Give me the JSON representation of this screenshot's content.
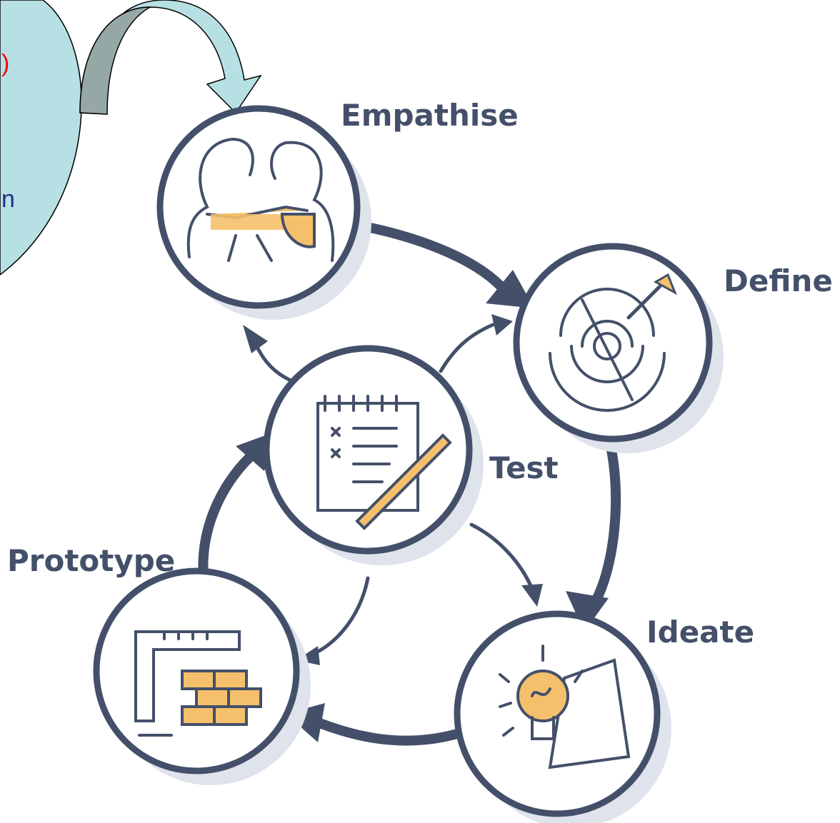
{
  "diagram": {
    "type": "design-thinking-cycle",
    "stages": [
      {
        "id": "empathise",
        "label": "Empathise",
        "icon": "two-people-hugging-icon"
      },
      {
        "id": "define",
        "label": "Define",
        "icon": "maze-with-arrow-icon"
      },
      {
        "id": "ideate",
        "label": "Ideate",
        "icon": "lightbulb-idea-icon"
      },
      {
        "id": "prototype",
        "label": "Prototype",
        "icon": "ruler-and-bricks-icon"
      },
      {
        "id": "test",
        "label": "Test",
        "icon": "checklist-and-pencil-icon"
      }
    ]
  },
  "callout": {
    "visible_fragments": [
      ")",
      "n"
    ],
    "fragment_colors": [
      "#ff0000",
      "#1f2f8a"
    ],
    "fill_color": "#b7e0e4"
  },
  "colors": {
    "stroke": "#44506a",
    "accent": "#f5c06b",
    "callout_fill": "#b7e0e4",
    "curved_arrow_fill": "#b7e0e4",
    "curved_arrow_dark": "#95a8a6"
  }
}
